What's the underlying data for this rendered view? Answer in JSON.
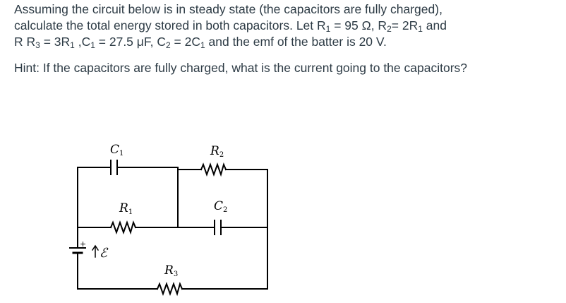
{
  "question": {
    "line1": "Assuming the circuit below is in steady state (the capacitors are fully charged),",
    "line2_a": "calculate the total energy stored in both capacitors.  Let R",
    "line2_b": " = 95 Ω, R",
    "line2_c": "= 2R",
    "line2_d": " and",
    "line3_a": "R R",
    "line3_b": " = 3R",
    "line3_c": " ,C",
    "line3_d": " = 27.5 μF, C",
    "line3_e": " = 2C",
    "line3_f": " and the emf of the batter is 20 V.",
    "sub1": "1",
    "sub2": "2",
    "sub3": "3"
  },
  "hint": "Hint:  If the capacitors are fully charged, what is the current going to the capacitors?",
  "circuit": {
    "c1_letter": "C",
    "c2_letter": "C",
    "r1_letter": "R",
    "r2_letter": "R",
    "r3_letter": "R",
    "sub_1": "1",
    "sub_2": "2",
    "sub_3": "3",
    "plus_sign": "+",
    "emf_symbol": "ℰ"
  },
  "colors": {
    "text": "#2d3b45",
    "wire": "#000000"
  }
}
